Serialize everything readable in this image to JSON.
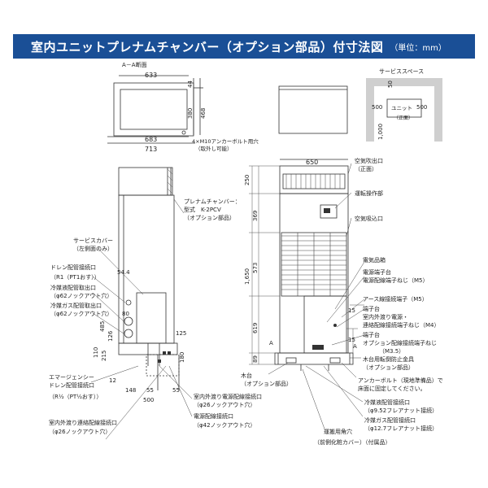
{
  "header": {
    "title": "室内ユニットプレナムチャンバー（オプション部品）付寸法図",
    "unit": "（単位：mm）"
  },
  "section_aa": {
    "label": "A－A断面",
    "dims": {
      "w_inner": "633",
      "w_outer1": "683",
      "w_outer2": "713",
      "d_top": "44",
      "d_mid": "380",
      "d_total": "468"
    },
    "bolt_note_1": "4×M10アンカーボルト用穴",
    "bolt_note_2": "（取外し可能）"
  },
  "service_space": {
    "label": "サービススペース",
    "unit_label": "ユニット",
    "front_label": "（正面）",
    "top": "50",
    "left": "500",
    "right": "500",
    "bottom": "1,000"
  },
  "front": {
    "width": "650",
    "dims_left": [
      "250",
      "369",
      "573",
      "1,650",
      "619",
      "89"
    ],
    "letter_a": "A"
  },
  "side": {
    "dims": [
      "54.4",
      "80",
      "485",
      "126",
      "110",
      "215",
      "125",
      "180",
      "12",
      "148",
      "55",
      "500",
      "55"
    ]
  },
  "labels": {
    "chamber_1": "プレナムチャンバー：",
    "chamber_2": "型式　K-2PCV",
    "chamber_3": "（オプション部品）",
    "service_cover_1": "サービスカバー",
    "service_cover_2": "（左側面のみ）",
    "drain_1": "ドレン配管接続口",
    "drain_2": "（R1（PT1おす））",
    "liquid_1": "冷媒液配管取出口",
    "liquid_2": "（φ62ノックアウト穴）",
    "gas_1": "冷媒ガス配管取出口",
    "gas_2": "（φ62ノックアウト穴）",
    "emergency_1": "エマージェンシー",
    "emergency_2": "ドレン配管接続口",
    "emergency_3": "（R½（PT½おす））",
    "outdoor_comm_1": "室内外渡り連絡配線接続口",
    "outdoor_comm_2": "（φ26ノックアウト穴）",
    "outdoor_power_1": "室内外渡り電源配線接続口",
    "outdoor_power_2": "（φ26ノックアウト穴）",
    "power_1": "電源配線接続口",
    "power_2": "（φ42ノックアウト穴）",
    "wood_1": "木台",
    "wood_2": "（オプション部品）",
    "air_out_1": "空気吹出口",
    "air_out_2": "（正面）",
    "control": "運転操作部",
    "air_in": "空気吸込口",
    "electric": "電気品箱",
    "power_terminal_1": "電源端子台",
    "power_terminal_2": "電源配線端子ねじ（M5）",
    "earth": "アース線接続端子（M5）",
    "terminal_1": "端子台",
    "terminal_2": "室内外渡り電源・",
    "terminal_3": "連絡配線接続端子ねじ（M4）",
    "option_1": "端子台",
    "option_2": "オプション配線接続端子ねじ",
    "option_3": "（M3.5）",
    "wood_fix_1": "木台用転倒防止金具",
    "wood_fix_2": "（オプション部品）",
    "anchor_1": "アンカーボルト（現地準備品）で",
    "anchor_2": "床面に固定してください。",
    "liquid_conn_1": "冷媒液配管接続口",
    "liquid_conn_2": "（φ9.52フレアナット接続）",
    "gas_conn_1": "冷媒ガス配管接続口",
    "gas_conn_2": "（φ12.7フレアナット接続）",
    "carry_1": "運搬用角穴",
    "carry_2": "（前側化粧カバー）（付属品）",
    "d15a": "15",
    "d15b": "15"
  }
}
